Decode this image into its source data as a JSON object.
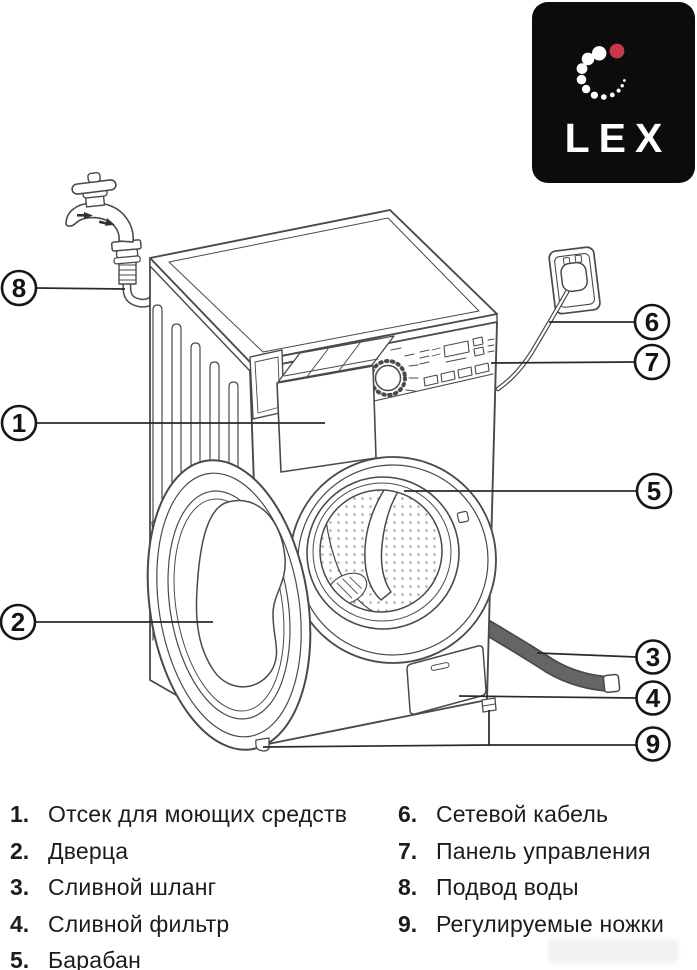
{
  "logo": {
    "brand": "LEX",
    "bg_color": "#0c0c0c",
    "dot_color": "#c43b47",
    "mark": "dotted-c-logo"
  },
  "diagram": {
    "callouts": [
      "1",
      "2",
      "3",
      "4",
      "5",
      "6",
      "7",
      "8",
      "9"
    ]
  },
  "legend": {
    "columns": [
      {
        "items": [
          {
            "num": "1.",
            "text": "Отсек для моющих средств"
          },
          {
            "num": "2.",
            "text": "Дверца"
          },
          {
            "num": "3.",
            "text": "Сливной шланг"
          },
          {
            "num": "4.",
            "text": "Сливной фильтр"
          },
          {
            "num": "5.",
            "text": "Барабан"
          }
        ]
      },
      {
        "items": [
          {
            "num": "6.",
            "text": "Сетевой кабель"
          },
          {
            "num": "7.",
            "text": "Панель управления"
          },
          {
            "num": "8.",
            "text": "Подвод воды"
          },
          {
            "num": "9.",
            "text": "Регулируемые ножки"
          }
        ]
      }
    ]
  }
}
